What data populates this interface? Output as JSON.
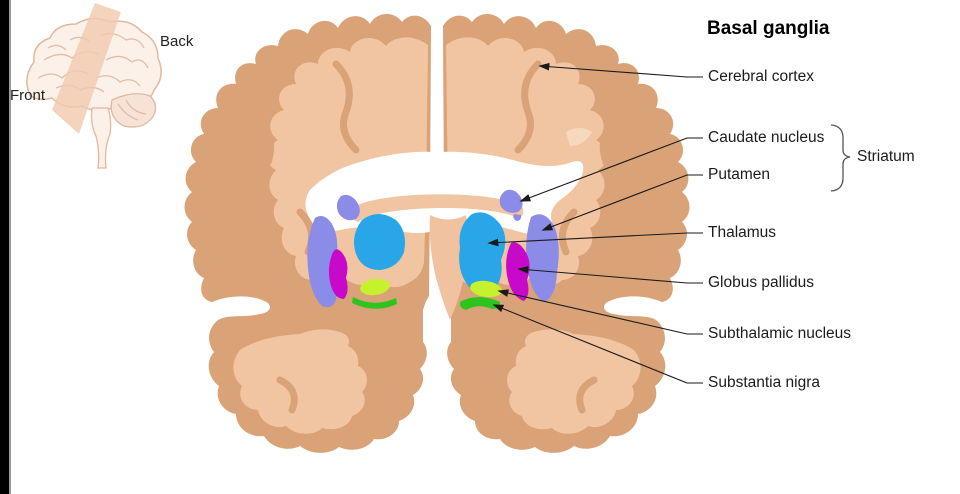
{
  "title": "Basal ganglia",
  "inset": {
    "front": "Front",
    "back": "Back"
  },
  "labels": {
    "cerebral_cortex": "Cerebral cortex",
    "caudate_nucleus": "Caudate nucleus",
    "putamen": "Putamen",
    "striatum": "Striatum",
    "thalamus": "Thalamus",
    "globus_pallidus": "Globus pallidus",
    "subthalamic_nucleus": "Subthalamic nucleus",
    "substantia_nigra": "Substantia nigra"
  },
  "colors": {
    "cortex_outer": "#D9A277",
    "cortex_inner": "#F2C5A2",
    "cortex_patch": "#F6D9BD",
    "midline_stalk": "#F0C2A0",
    "caudate_putamen": "#8B8BE8",
    "thalamus": "#29A6E8",
    "globus_pallidus": "#C70ACA",
    "subthalamic_nucleus": "#C5F12D",
    "substantia_nigra": "#2DC41C",
    "inset_fill": "#FBF1E9",
    "plane_fill": "#F2C9AE"
  }
}
